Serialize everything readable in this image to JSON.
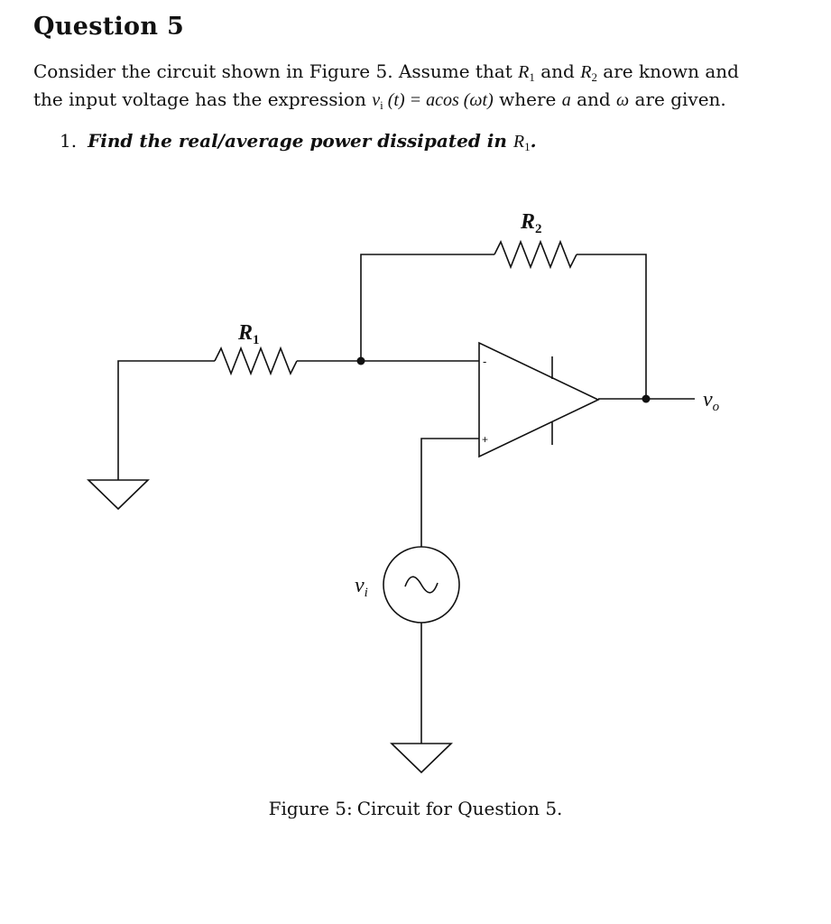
{
  "heading": "Question 5",
  "paragraph": {
    "p1": "Consider the circuit shown in Figure 5. Assume that ",
    "r1": "R",
    "r1_sub": "1",
    "p2": " and ",
    "r2": "R",
    "r2_sub": "2",
    "p3": " are known and",
    "p4": "the input voltage has the expression ",
    "vi": "v",
    "vi_sub": "i",
    "expr": " (t) = acos (ωt)",
    "p5": " where ",
    "a": "a",
    "p6": " and ",
    "omega": "ω",
    "p7": " are given."
  },
  "question": {
    "number": "1.",
    "text": "Find the real/average power dissipated in ",
    "r": "R",
    "r_sub": "1",
    "end": "."
  },
  "circuit": {
    "r1_label": "R",
    "r1_sub": "1",
    "r2_label": "R",
    "r2_sub": "2",
    "vi_label": "v",
    "vi_sub": "i",
    "vo_label": "v",
    "vo_sub": "o",
    "minus": "-",
    "plus": "+"
  },
  "caption": {
    "label": "Figure 5:",
    "text": "Circuit for Question 5."
  }
}
